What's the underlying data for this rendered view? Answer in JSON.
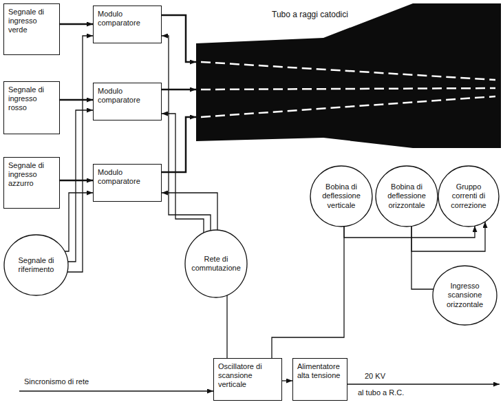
{
  "diagram": {
    "nodes": [
      {
        "text": [
          "Segnale di ingresso verde"
        ]
      },
      {
        "text": [
          "Modulo comparatore"
        ]
      },
      {
        "text": [
          "Tubo a raggi catodici"
        ]
      },
      {
        "text": [
          "Segnale di ingresso rosso"
        ]
      },
      {
        "text": [
          "Modulo comparatore"
        ]
      },
      {
        "text": [
          "Segnale di ingresso azzurro"
        ]
      },
      {
        "text": [
          "Modulo comparatore"
        ]
      },
      {
        "text": [
          "Bobina di deflessione verticale"
        ]
      },
      {
        "text": [
          "Bobina di deflessione orizzontale"
        ]
      },
      {
        "text": [
          "Gruppo correnti di correzione"
        ]
      },
      {
        "text": [
          "Segnale di riferimento"
        ]
      },
      {
        "text": [
          "Rete di commutazione"
        ]
      },
      {
        "text": [
          "Ingresso scansione orizzontale"
        ]
      },
      {
        "text": [
          "Oscillatore di scansione verticale"
        ]
      },
      {
        "text": [
          "Alimentatore alta tensione"
        ]
      }
    ],
    "edges": [
      {
        "from": 0,
        "to": 1,
        "arrow": "to"
      },
      {
        "from": 3,
        "to": 4,
        "arrow": "to"
      },
      {
        "from": 5,
        "to": 6,
        "arrow": "to"
      },
      {
        "from": 1,
        "to": 2,
        "arrow": "to"
      },
      {
        "from": 4,
        "to": 2,
        "arrow": "to"
      },
      {
        "from": 6,
        "to": 2,
        "arrow": "to"
      },
      {
        "from": 10,
        "to": 1,
        "arrow": "to"
      },
      {
        "from": 10,
        "to": 4,
        "arrow": "to"
      },
      {
        "from": 10,
        "to": 6,
        "arrow": "to"
      },
      {
        "from": 11,
        "to": 1,
        "arrow": "to"
      },
      {
        "from": 11,
        "to": 4,
        "arrow": "to"
      },
      {
        "from": 11,
        "to": 6,
        "arrow": "to"
      },
      {
        "from": 13,
        "to": 7,
        "arrow": "none"
      },
      {
        "from": 7,
        "to": 9,
        "arrow": "to"
      },
      {
        "from": 12,
        "to": 8,
        "arrow": "none"
      },
      {
        "from": 8,
        "to": 9,
        "arrow": "to"
      },
      {
        "from": 13,
        "to": 11,
        "arrow": "none"
      },
      {
        "from": 13,
        "to": 14,
        "arrow": "to"
      }
    ],
    "labels": [
      "Sincronismo di rete",
      "20 KV",
      "al tubo a R.C."
    ]
  }
}
